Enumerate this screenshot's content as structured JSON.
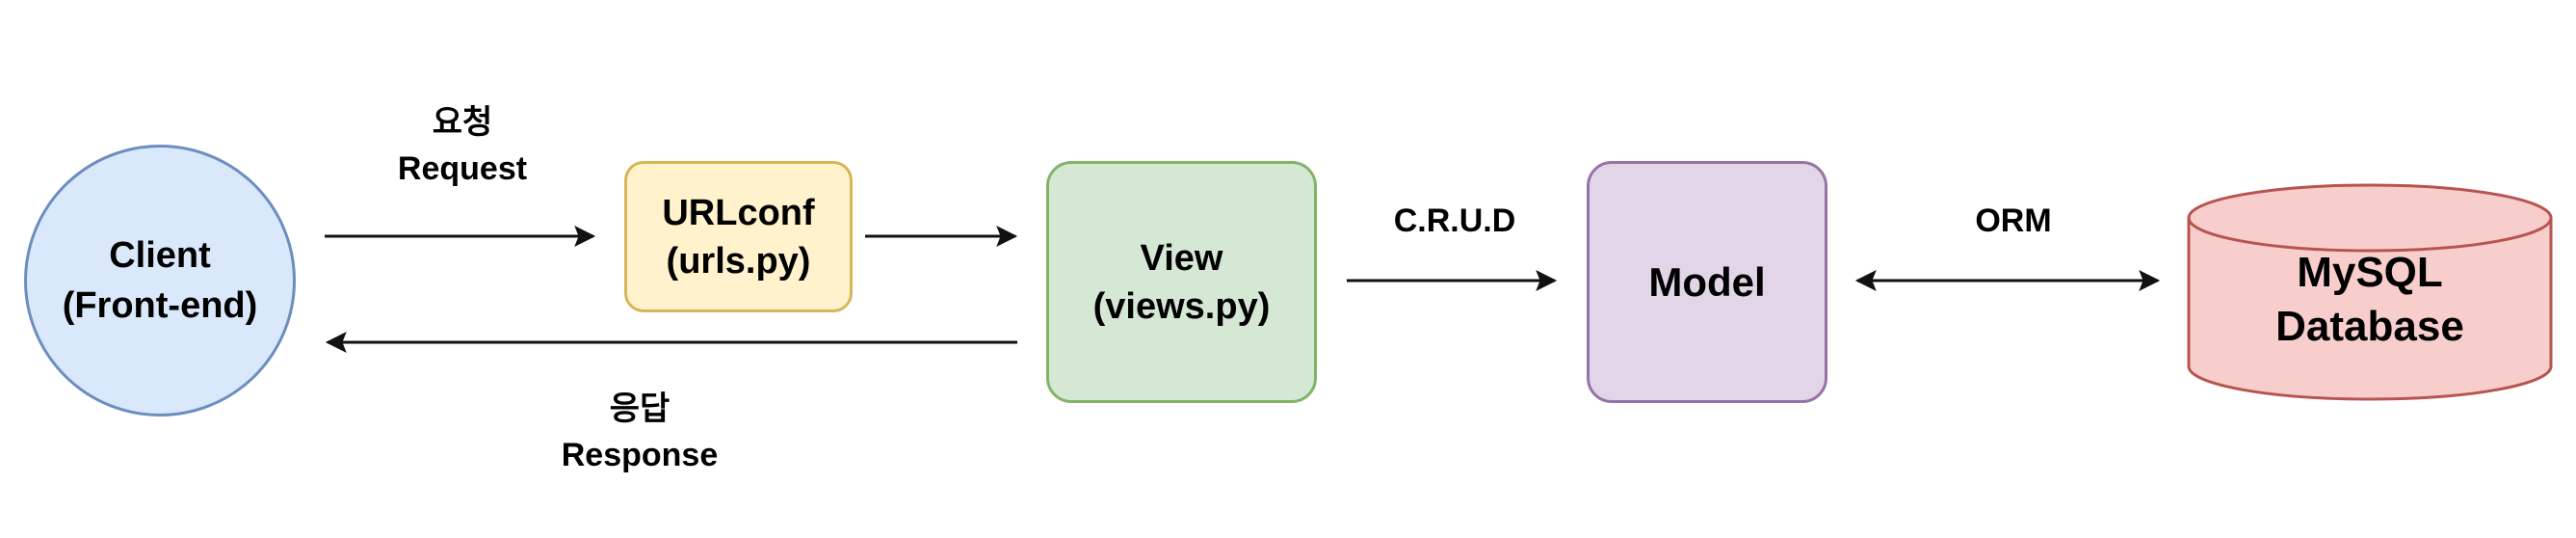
{
  "nodes": {
    "client": {
      "line1": "Client",
      "line2": "(Front-end)"
    },
    "urlconf": {
      "line1": "URLconf",
      "line2": "(urls.py)"
    },
    "view": {
      "line1": "View",
      "line2": "(views.py)"
    },
    "model": {
      "label": "Model"
    },
    "database": {
      "line1": "MySQL",
      "line2": "Database"
    }
  },
  "edges": {
    "request": {
      "korean": "요청",
      "english": "Request"
    },
    "response": {
      "korean": "응답",
      "english": "Response"
    },
    "crud": {
      "label": "C.R.U.D"
    },
    "orm": {
      "label": "ORM"
    }
  },
  "colors": {
    "client_fill": "#dae8fc",
    "client_stroke": "#6c8ebf",
    "urlconf_fill": "#fff2cc",
    "urlconf_stroke": "#d6b656",
    "view_fill": "#d5e8d4",
    "view_stroke": "#82b366",
    "model_fill": "#e1d5e7",
    "model_stroke": "#9673a6",
    "database_fill": "#f8cecc",
    "database_stroke": "#b85450",
    "arrow": "#111111"
  }
}
